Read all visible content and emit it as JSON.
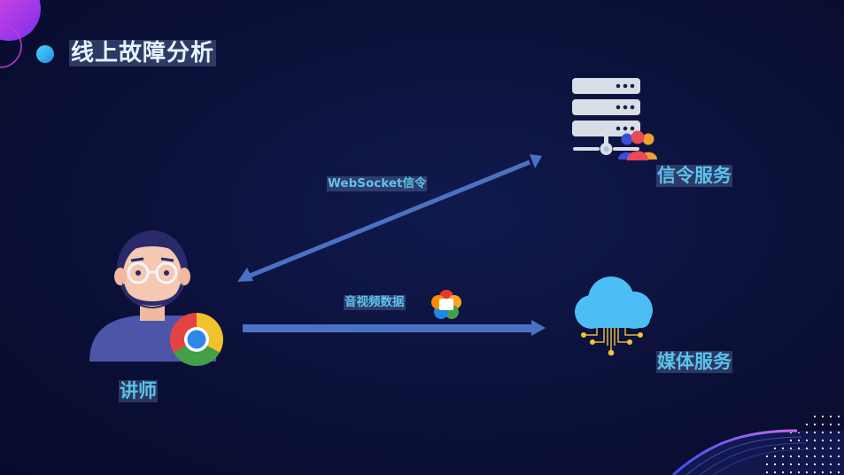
{
  "slide": {
    "title": "线上故障分析"
  },
  "nodes": {
    "teacher_label": "讲师",
    "signaling_label": "信令服务",
    "media_label": "媒体服务"
  },
  "edges": {
    "websocket_label": "WebSocket信令",
    "av_label": "音视频数据"
  },
  "icons": {
    "teacher": "teacher-avatar-icon",
    "browser": "chrome-icon",
    "server": "server-stack-icon",
    "users": "user-group-icon",
    "cloud": "cloud-network-icon",
    "webrtc": "webrtc-icon"
  },
  "colors": {
    "background": "#0b1038",
    "arrow": "#4a72c4",
    "label_text": "#5cc2ea",
    "title_text": "#e8f2ff"
  }
}
